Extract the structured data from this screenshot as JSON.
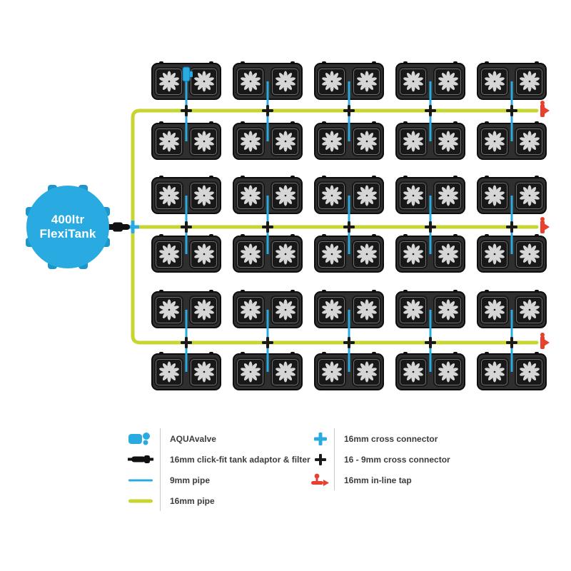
{
  "tank": {
    "label_line1": "400ltr",
    "label_line2": "FlexiTank"
  },
  "grid": {
    "rows": 6,
    "trays_per_row": 5,
    "pots_per_tray": 2,
    "feed_lines": 3
  },
  "colors": {
    "tank_blue": "#29abe2",
    "pipe9": "#29abe2",
    "pipe16": "#c7d530",
    "red": "#e8402d",
    "dark": "#1a1a1a"
  },
  "legend": {
    "left": [
      {
        "icon": "aquavalve-icon",
        "label": "AQUAvalve"
      },
      {
        "icon": "tank-adaptor-icon",
        "label": "16mm click-fit tank adaptor & filter"
      },
      {
        "icon": "pipe-9mm-icon",
        "label": "9mm pipe"
      },
      {
        "icon": "pipe-16mm-icon",
        "label": "16mm pipe"
      }
    ],
    "right": [
      {
        "icon": "cross-16mm-icon",
        "label": "16mm cross connector"
      },
      {
        "icon": "cross-16-9mm-icon",
        "label": "16 - 9mm cross connector"
      },
      {
        "icon": "inline-tap-icon",
        "label": "16mm in-line tap"
      }
    ]
  }
}
